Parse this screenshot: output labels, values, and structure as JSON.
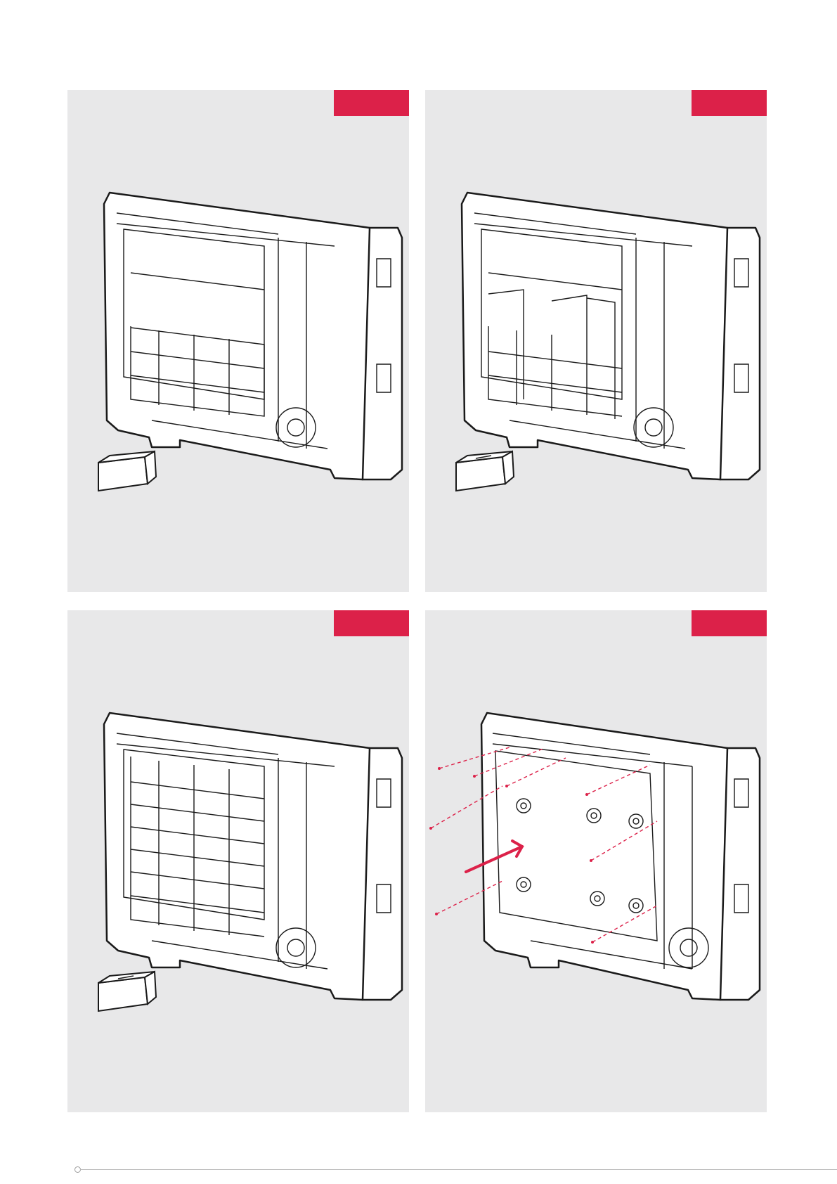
{
  "colors": {
    "panel_background": "#e8e8e9",
    "step_tab": "#dc2149",
    "line_art": "#1a1a1a",
    "dashed_guides": "#dc2149"
  },
  "steps": [
    {
      "tab_icon": "step-tab",
      "brick_icon": "storage-brick-icon"
    },
    {
      "tab_icon": "step-tab",
      "brick_icon": "storage-brick-icon"
    },
    {
      "tab_icon": "step-tab",
      "brick_icon": "storage-brick-icon"
    },
    {
      "tab_icon": "step-tab",
      "arrow_icon": "insert-arrow-icon"
    }
  ]
}
